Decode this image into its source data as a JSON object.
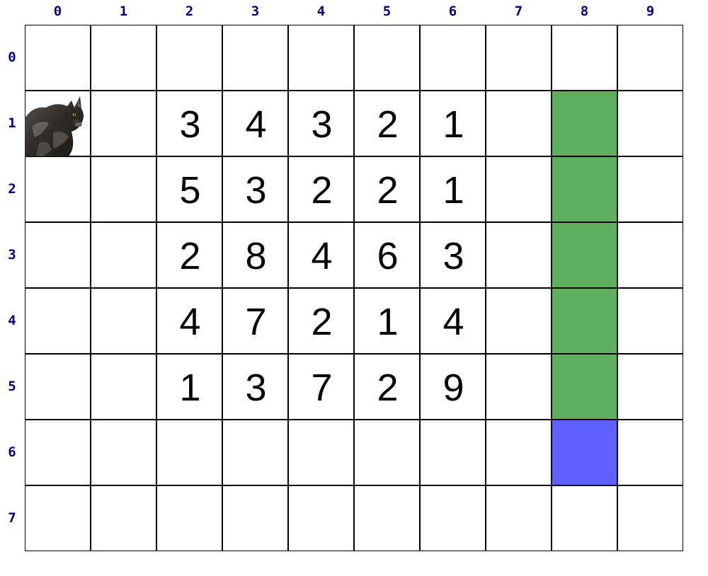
{
  "grid": {
    "cols": 10,
    "rows": 8,
    "col_labels": [
      "0",
      "1",
      "2",
      "3",
      "4",
      "5",
      "6",
      "7",
      "8",
      "9"
    ],
    "row_labels": [
      "0",
      "1",
      "2",
      "3",
      "4",
      "5",
      "6",
      "7"
    ],
    "label_color": "#000080",
    "line_color": "#000000",
    "background": "#ffffff"
  },
  "numbers": [
    {
      "row": 1,
      "col": 2,
      "value": "3"
    },
    {
      "row": 1,
      "col": 3,
      "value": "4"
    },
    {
      "row": 1,
      "col": 4,
      "value": "3"
    },
    {
      "row": 1,
      "col": 5,
      "value": "2"
    },
    {
      "row": 1,
      "col": 6,
      "value": "1"
    },
    {
      "row": 2,
      "col": 2,
      "value": "5"
    },
    {
      "row": 2,
      "col": 3,
      "value": "3"
    },
    {
      "row": 2,
      "col": 4,
      "value": "2"
    },
    {
      "row": 2,
      "col": 5,
      "value": "2"
    },
    {
      "row": 2,
      "col": 6,
      "value": "1"
    },
    {
      "row": 3,
      "col": 2,
      "value": "2"
    },
    {
      "row": 3,
      "col": 3,
      "value": "8"
    },
    {
      "row": 3,
      "col": 4,
      "value": "4"
    },
    {
      "row": 3,
      "col": 5,
      "value": "6"
    },
    {
      "row": 3,
      "col": 6,
      "value": "3"
    },
    {
      "row": 4,
      "col": 2,
      "value": "4"
    },
    {
      "row": 4,
      "col": 3,
      "value": "7"
    },
    {
      "row": 4,
      "col": 4,
      "value": "2"
    },
    {
      "row": 4,
      "col": 5,
      "value": "1"
    },
    {
      "row": 4,
      "col": 6,
      "value": "4"
    },
    {
      "row": 5,
      "col": 2,
      "value": "1"
    },
    {
      "row": 5,
      "col": 3,
      "value": "3"
    },
    {
      "row": 5,
      "col": 4,
      "value": "7"
    },
    {
      "row": 5,
      "col": 5,
      "value": "2"
    },
    {
      "row": 5,
      "col": 6,
      "value": "9"
    }
  ],
  "colored_cells": [
    {
      "row": 1,
      "col": 8,
      "color": "#5faf5f",
      "kind": "green"
    },
    {
      "row": 2,
      "col": 8,
      "color": "#5faf5f",
      "kind": "green"
    },
    {
      "row": 3,
      "col": 8,
      "color": "#5faf5f",
      "kind": "green"
    },
    {
      "row": 4,
      "col": 8,
      "color": "#5faf5f",
      "kind": "green"
    },
    {
      "row": 5,
      "col": 8,
      "color": "#5faf5f",
      "kind": "green"
    },
    {
      "row": 6,
      "col": 8,
      "color": "#6060ff",
      "kind": "blue"
    }
  ],
  "cat": {
    "row": 1,
    "col": 0,
    "icon": "cat-icon"
  }
}
